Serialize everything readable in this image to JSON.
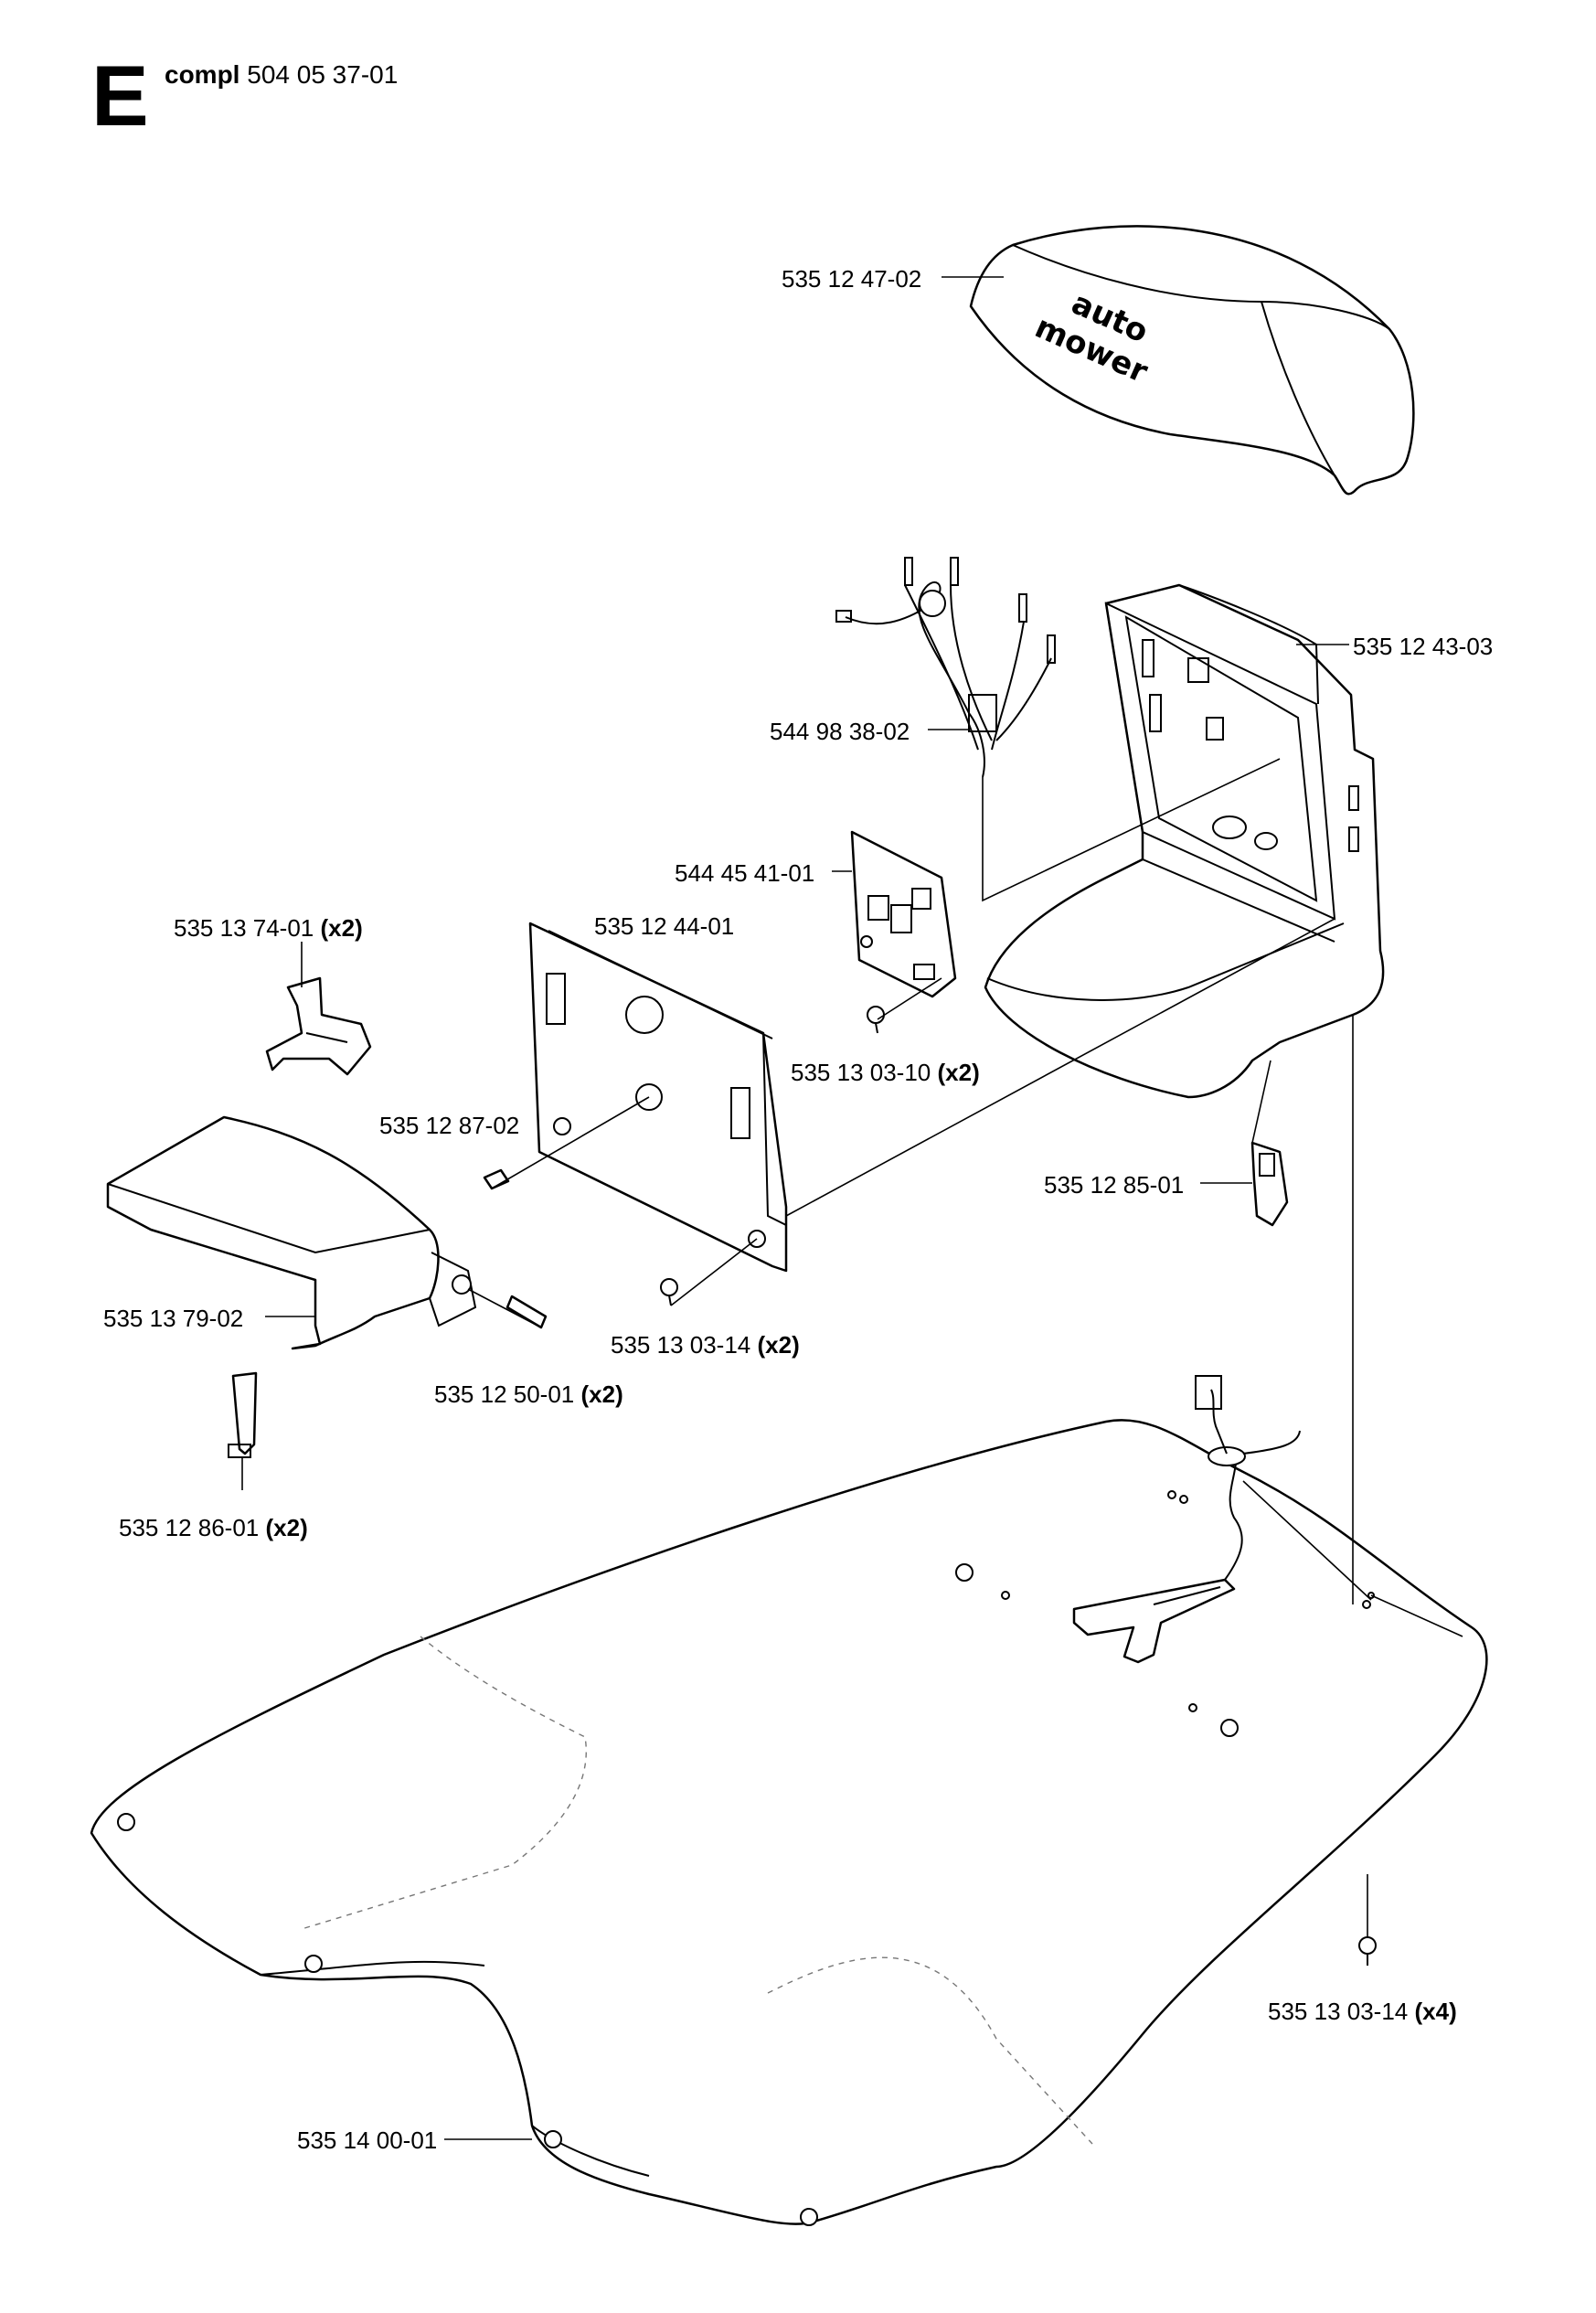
{
  "header": {
    "section_letter": "E",
    "prefix": "compl",
    "assembly_number": "504 05 37-01"
  },
  "logo_text": [
    "auto",
    "mower"
  ],
  "parts": [
    {
      "id": "p1",
      "number": "535 12 47-02",
      "qty": ""
    },
    {
      "id": "p2",
      "number": "535 12 43-03",
      "qty": ""
    },
    {
      "id": "p3",
      "number": "544 98 38-02",
      "qty": ""
    },
    {
      "id": "p4",
      "number": "544 45 41-01",
      "qty": ""
    },
    {
      "id": "p5",
      "number": "535 13 74-01",
      "qty": "(x2)"
    },
    {
      "id": "p6",
      "number": "535 12 44-01",
      "qty": ""
    },
    {
      "id": "p7",
      "number": "535 13 03-10",
      "qty": "(x2)"
    },
    {
      "id": "p8",
      "number": "535 12 87-02",
      "qty": ""
    },
    {
      "id": "p9",
      "number": "535 12 85-01",
      "qty": ""
    },
    {
      "id": "p10",
      "number": "535 13 79-02",
      "qty": ""
    },
    {
      "id": "p11",
      "number": "535 13 03-14",
      "qty": "(x2)"
    },
    {
      "id": "p12",
      "number": "535 12 50-01",
      "qty": "(x2)"
    },
    {
      "id": "p13",
      "number": "535 12 86-01",
      "qty": "(x2)"
    },
    {
      "id": "p14",
      "number": "535 13 03-14",
      "qty": "(x4)"
    },
    {
      "id": "p15",
      "number": "535 14 00-01",
      "qty": ""
    }
  ]
}
